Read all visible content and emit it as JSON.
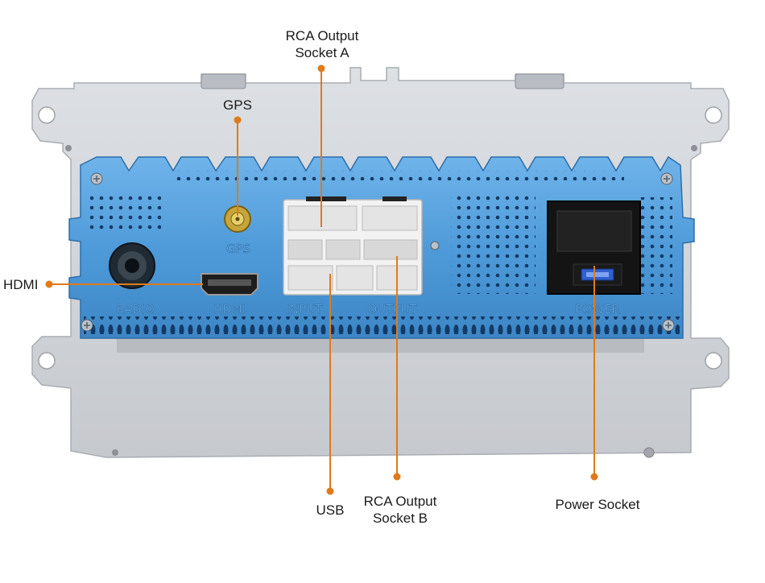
{
  "colors": {
    "leader": "#e07a1a",
    "housing": "#d3d6da",
    "heatsink": "#4f9bd9",
    "label_text": "#1a1a1a"
  },
  "callouts": {
    "rca_a": {
      "line1": "RCA Output",
      "line2": "Socket A"
    },
    "gps": {
      "label": "GPS"
    },
    "hdmi": {
      "label": "HDMI"
    },
    "usb": {
      "label": "USB"
    },
    "rca_b": {
      "line1": "RCA Output",
      "line2": "Socket B"
    },
    "power": {
      "label": "Power Socket"
    }
  },
  "embossed": {
    "gps": "GPS",
    "radio": "RADIO",
    "hdmi": "HDMI",
    "input": "INPUT",
    "output": "OUTPUT",
    "power": "POWER"
  },
  "icons": [
    "screw-icon",
    "antenna-connector-icon",
    "hdmi-port-icon",
    "radio-port-icon",
    "power-connector-icon",
    "fuse-icon"
  ]
}
